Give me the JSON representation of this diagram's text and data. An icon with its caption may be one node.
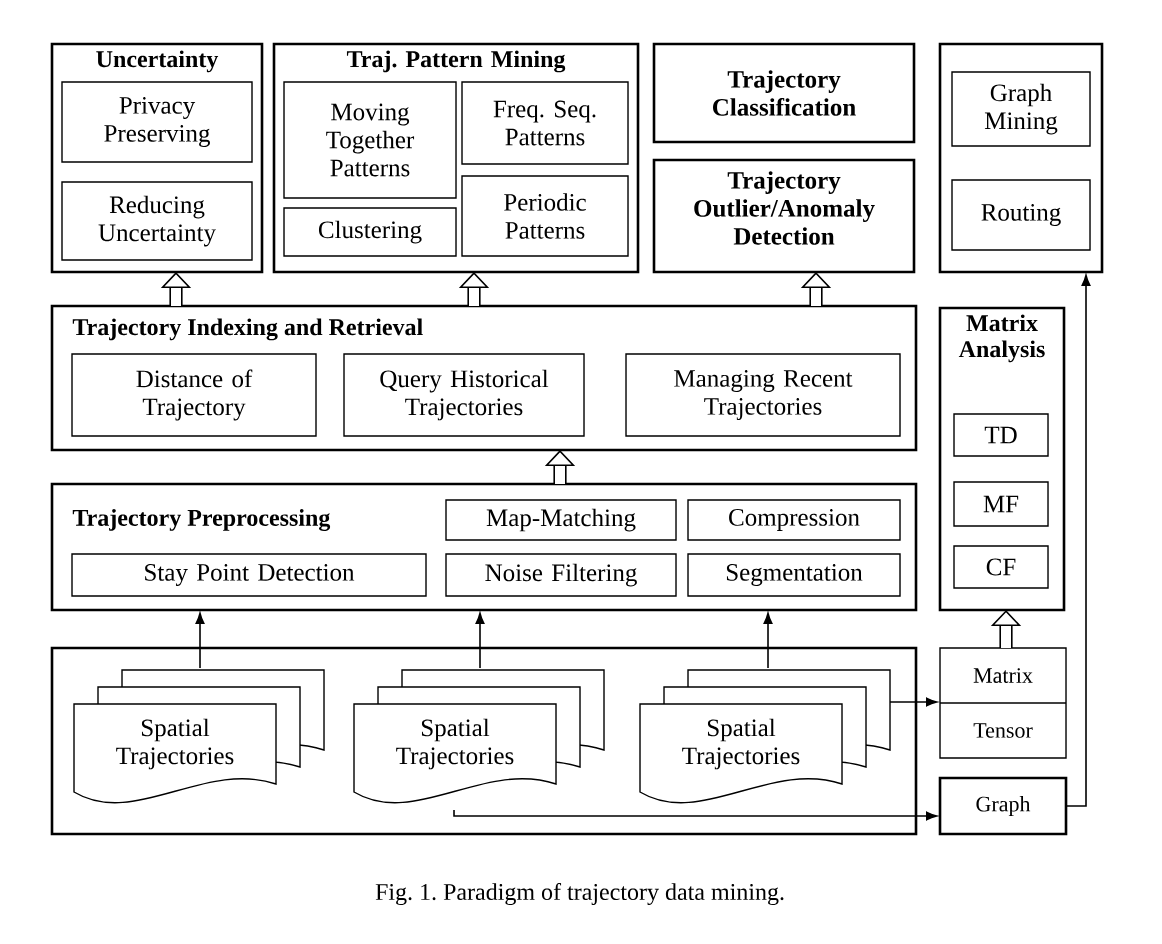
{
  "diagram": {
    "caption": "Fig. 1. Paradigm of trajectory data mining.",
    "nodes": [
      {
        "text": [
          "Uncertainty"
        ]
      },
      {
        "text": [
          "Privacy Preserving"
        ],
        "in": 0
      },
      {
        "text": [
          "Reducing Uncertainty"
        ],
        "in": 0
      },
      {
        "text": [
          "Traj. Pattern Mining"
        ]
      },
      {
        "text": [
          "Moving Together Patterns"
        ],
        "in": 3
      },
      {
        "text": [
          "Freq. Seq. Patterns"
        ],
        "in": 3
      },
      {
        "text": [
          "Clustering"
        ],
        "in": 3
      },
      {
        "text": [
          "Periodic Patterns"
        ],
        "in": 3
      },
      {
        "text": [
          "Trajectory Classification"
        ]
      },
      {
        "text": [
          "Trajectory Outlier/Anomaly Detection"
        ]
      },
      {
        "text": [],
        "shape": "box"
      },
      {
        "text": [
          "Graph Mining"
        ],
        "in": 10
      },
      {
        "text": [
          "Routing"
        ],
        "in": 10
      },
      {
        "text": [
          "Trajectory Indexing and Retrieval"
        ]
      },
      {
        "text": [
          "Distance of Trajectory"
        ],
        "in": 13
      },
      {
        "text": [
          "Query Historical Trajectories"
        ],
        "in": 13
      },
      {
        "text": [
          "Managing Recent Trajectories"
        ],
        "in": 13
      },
      {
        "text": [
          "Matrix Analysis"
        ]
      },
      {
        "text": [
          "TD"
        ],
        "in": 17
      },
      {
        "text": [
          "MF"
        ],
        "in": 17
      },
      {
        "text": [
          "CF"
        ],
        "in": 17
      },
      {
        "text": [
          "Trajectory Preprocessing"
        ]
      },
      {
        "text": [
          "Map-Matching"
        ],
        "in": 21
      },
      {
        "text": [
          "Compression"
        ],
        "in": 21
      },
      {
        "text": [
          "Stay Point Detection"
        ],
        "in": 21
      },
      {
        "text": [
          "Noise Filtering"
        ],
        "in": 21
      },
      {
        "text": [
          "Segmentation"
        ],
        "in": 21
      },
      {
        "text": [],
        "shape": "box"
      },
      {
        "text": [
          "Spatial Trajectories"
        ],
        "in": 27
      },
      {
        "text": [
          "Spatial Trajectories"
        ],
        "in": 27
      },
      {
        "text": [
          "Spatial Trajectories"
        ],
        "in": 27
      },
      {
        "text": [
          "Matrix",
          "Tensor"
        ]
      },
      {
        "text": [
          "Graph"
        ]
      }
    ],
    "edges": [
      {
        "from": 13,
        "to": 0,
        "arrow": "to",
        "style": "thick"
      },
      {
        "from": 13,
        "to": 3,
        "arrow": "to",
        "style": "thick"
      },
      {
        "from": 13,
        "to": 9,
        "arrow": "to",
        "style": "thick"
      },
      {
        "from": 21,
        "to": 13,
        "arrow": "to",
        "style": "thick"
      },
      {
        "from": 31,
        "to": 17,
        "arrow": "to",
        "style": "thick"
      },
      {
        "from": 28,
        "to": 21,
        "arrow": "to"
      },
      {
        "from": 29,
        "to": 21,
        "arrow": "to"
      },
      {
        "from": 30,
        "to": 21,
        "arrow": "to"
      },
      {
        "from": 30,
        "to": 31,
        "arrow": "to"
      },
      {
        "from": 29,
        "to": 32,
        "arrow": "to"
      },
      {
        "from": 32,
        "to": 10,
        "arrow": "to"
      }
    ]
  }
}
